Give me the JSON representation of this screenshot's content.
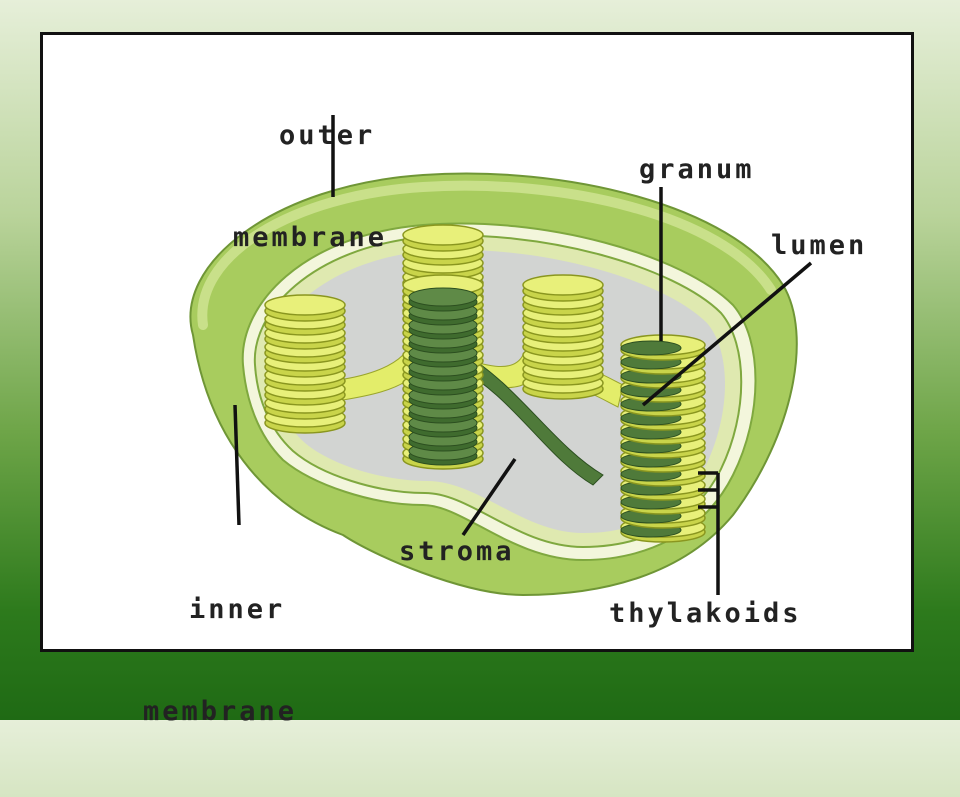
{
  "labels": {
    "outer": [
      "outer",
      "membrane"
    ],
    "granum": "granum",
    "lumen": "lumen",
    "inner": [
      "inner",
      "membrane"
    ],
    "stroma": "stroma",
    "thylakoids": "thylakoids"
  },
  "colors": {
    "outer_membrane": "#a8cc5e",
    "outer_dark": "#7fa83f",
    "inner_space": "#dfe9b0",
    "stroma": "#d2d4d2",
    "thylakoid_yellow": "#e3ed6a",
    "thylakoid_edge": "#9aa52c",
    "granum_dark": "#4f7a3a",
    "leader_line": "#111111"
  }
}
